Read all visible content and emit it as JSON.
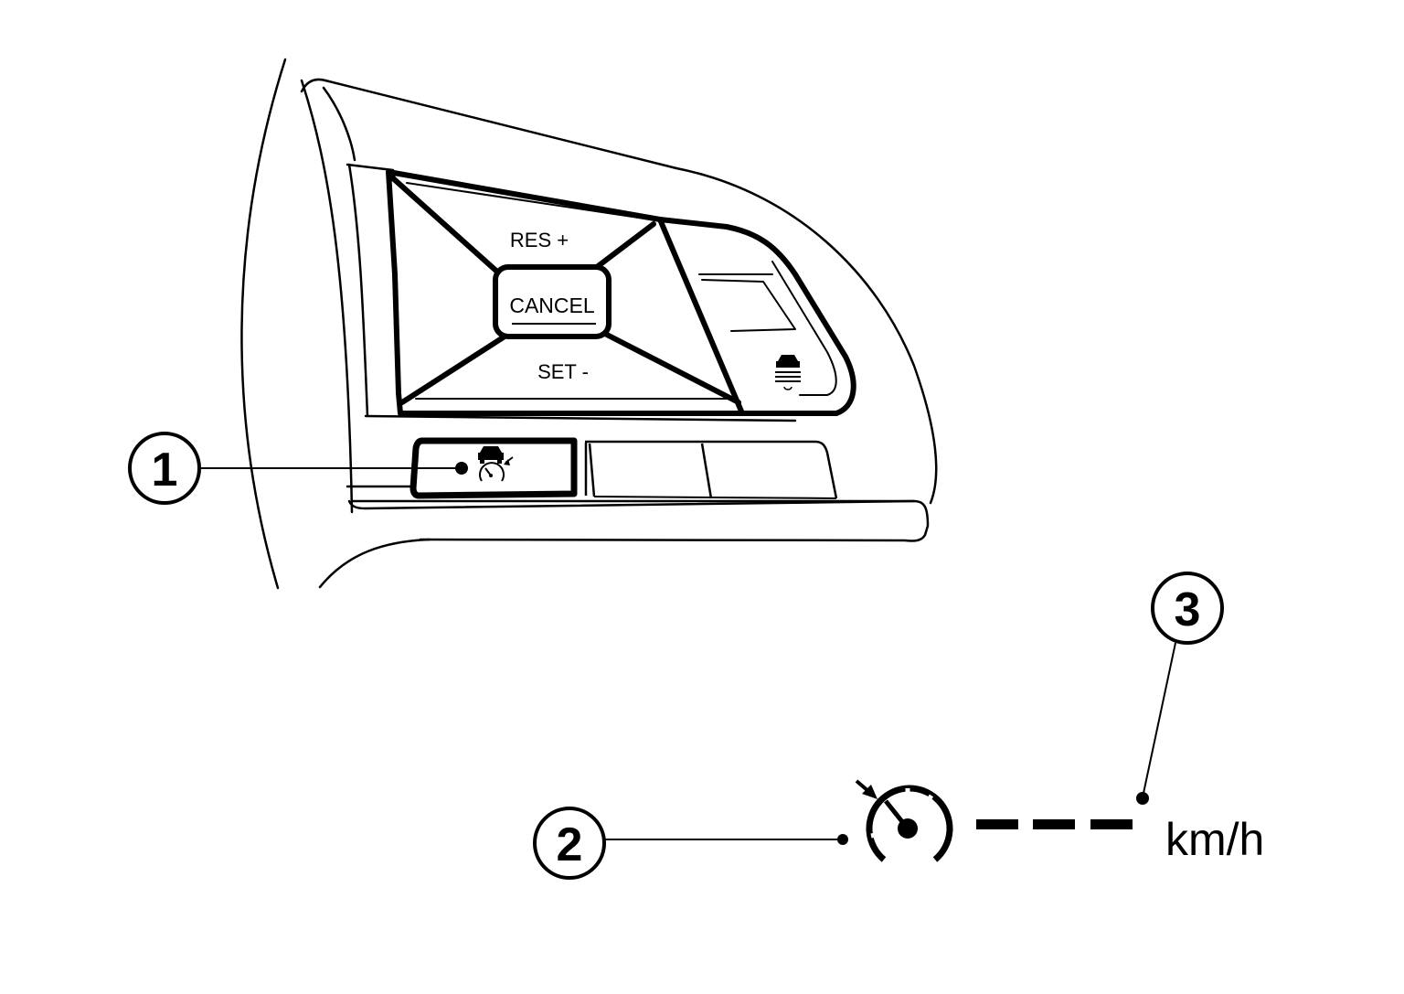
{
  "steering_switch": {
    "res_label": "RES +",
    "cancel_label": "CANCEL",
    "set_label": "SET -"
  },
  "display": {
    "speed_placeholder": "- - -",
    "unit": "km/h"
  },
  "callouts": [
    "1",
    "2",
    "3"
  ],
  "icons": {
    "switch_icon": "cruise-control-switch-icon",
    "display_icon": "set-speed-indicator-icon",
    "side_icon": "distance-control-icon"
  }
}
